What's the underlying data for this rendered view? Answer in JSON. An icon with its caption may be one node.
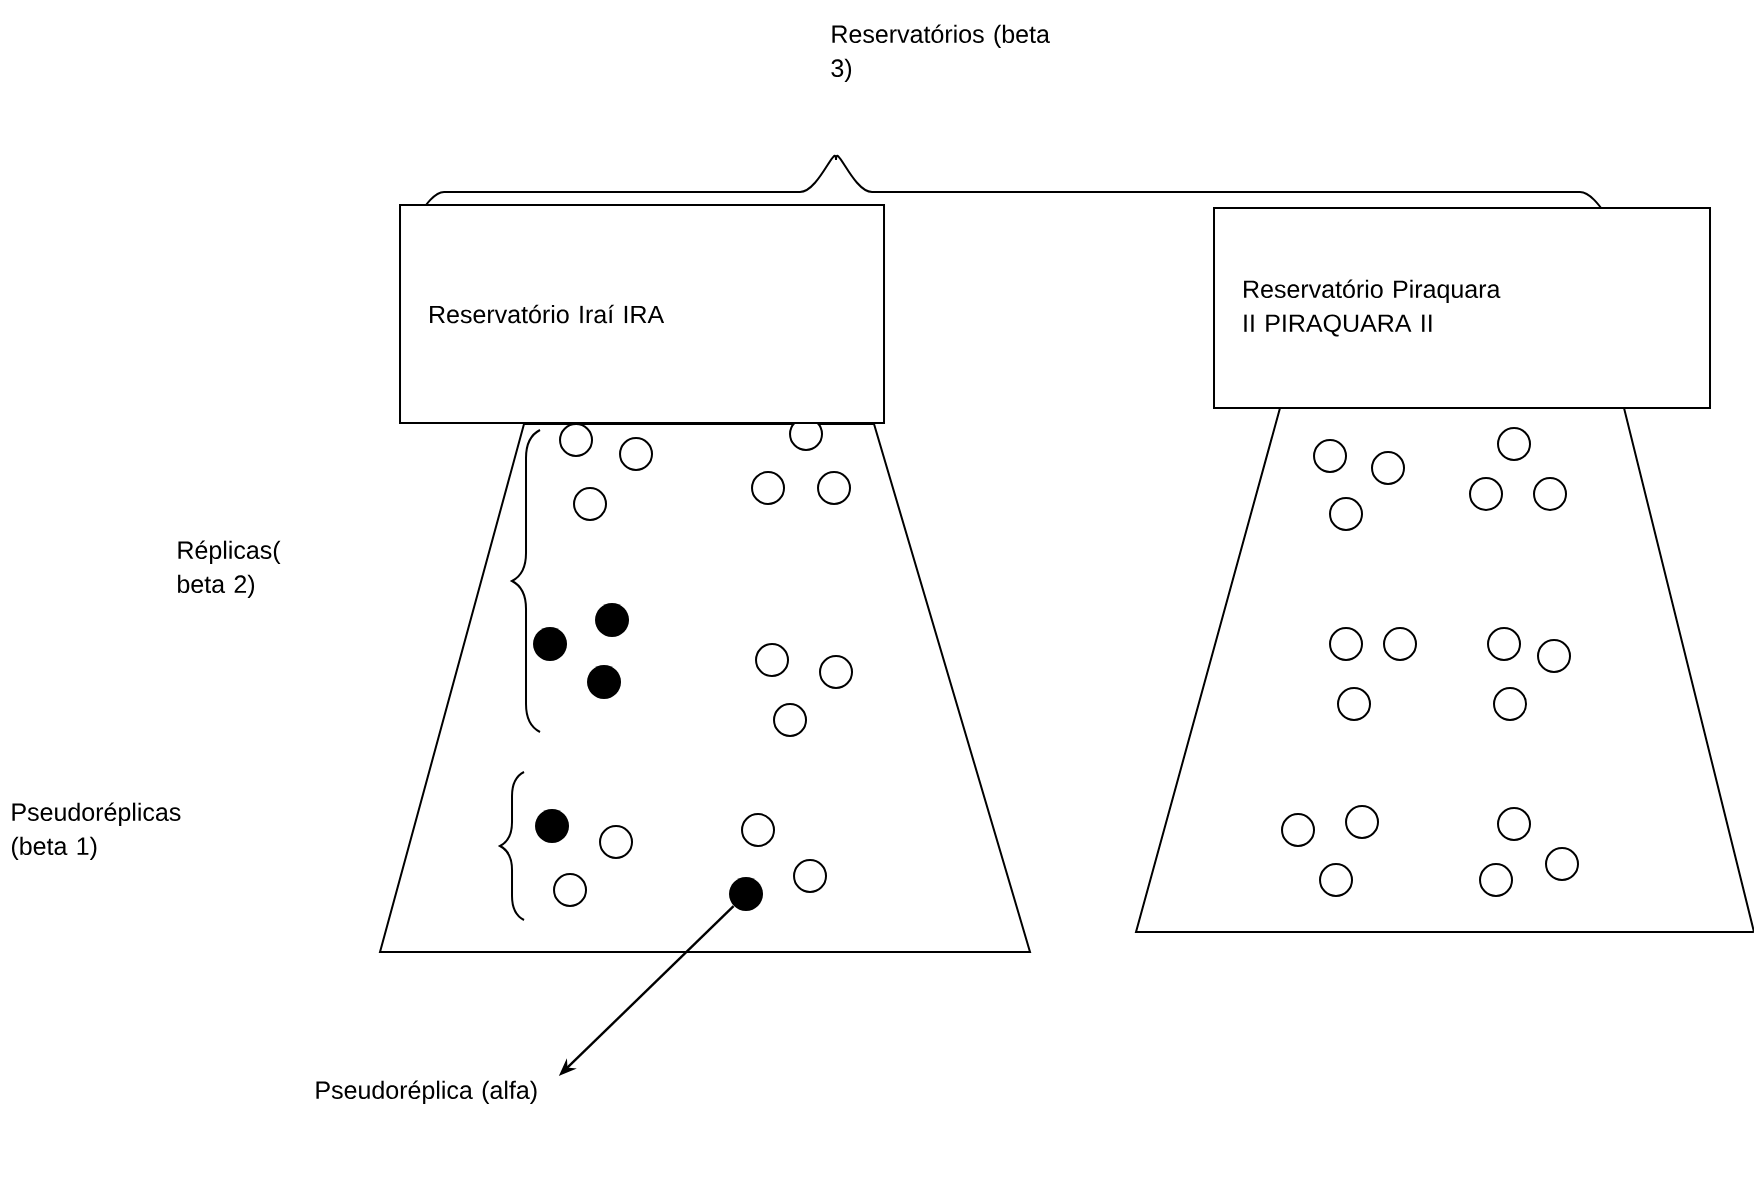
{
  "diagram": {
    "nodes": [
      {
        "text": [
          "Reservatório Iraí IRA"
        ]
      },
      {
        "text": [
          "Reservatório Piraquara II PIRAQUARA II"
        ]
      },
      {
        "text": [
          "Pseudoréplica (alfa)"
        ]
      },
      {
        "text": [],
        "shape": "circle"
      }
    ],
    "edges": [
      {
        "from": 3,
        "to": 2,
        "arrow": "to"
      }
    ],
    "labels": [
      "Reservatórios (beta 3)",
      "Réplicas( beta 2)",
      "Pseudoréplicas (beta 1)"
    ]
  }
}
